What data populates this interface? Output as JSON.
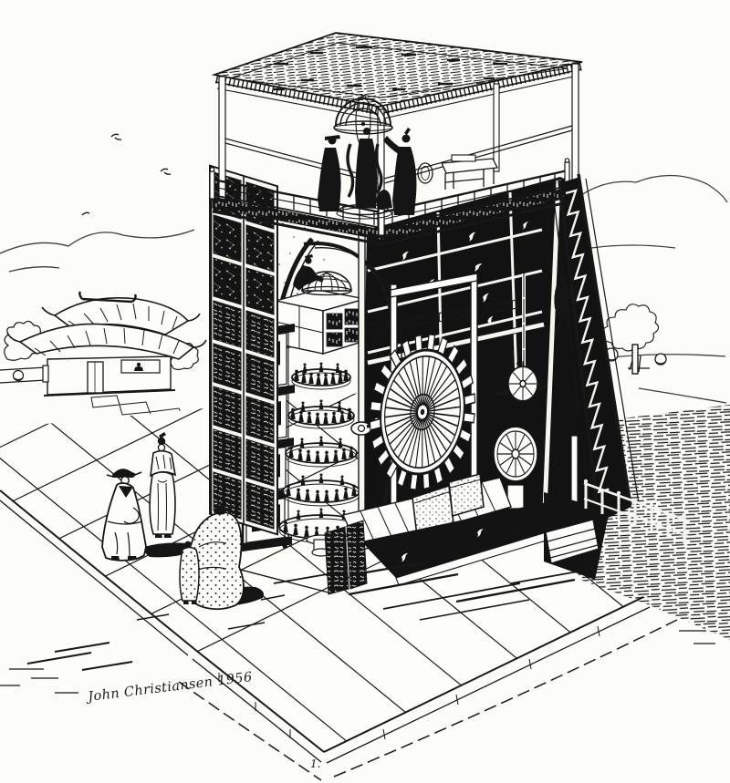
{
  "artwork": {
    "signature": "John Christiansen 1956",
    "plate_mark": "1."
  },
  "palette": {
    "ink": "#171717",
    "paper": "#fcfcf9"
  },
  "scene": {
    "parts": [
      "canopy-roof",
      "observation-platform",
      "armillary-sphere",
      "celestial-globe",
      "time-keeping-carousel",
      "pagoda-facade",
      "water-wheel",
      "gear-train",
      "access-staircase",
      "garden-pavilion",
      "tiled-plaza",
      "official-figures",
      "mountains",
      "grass-ground"
    ]
  }
}
